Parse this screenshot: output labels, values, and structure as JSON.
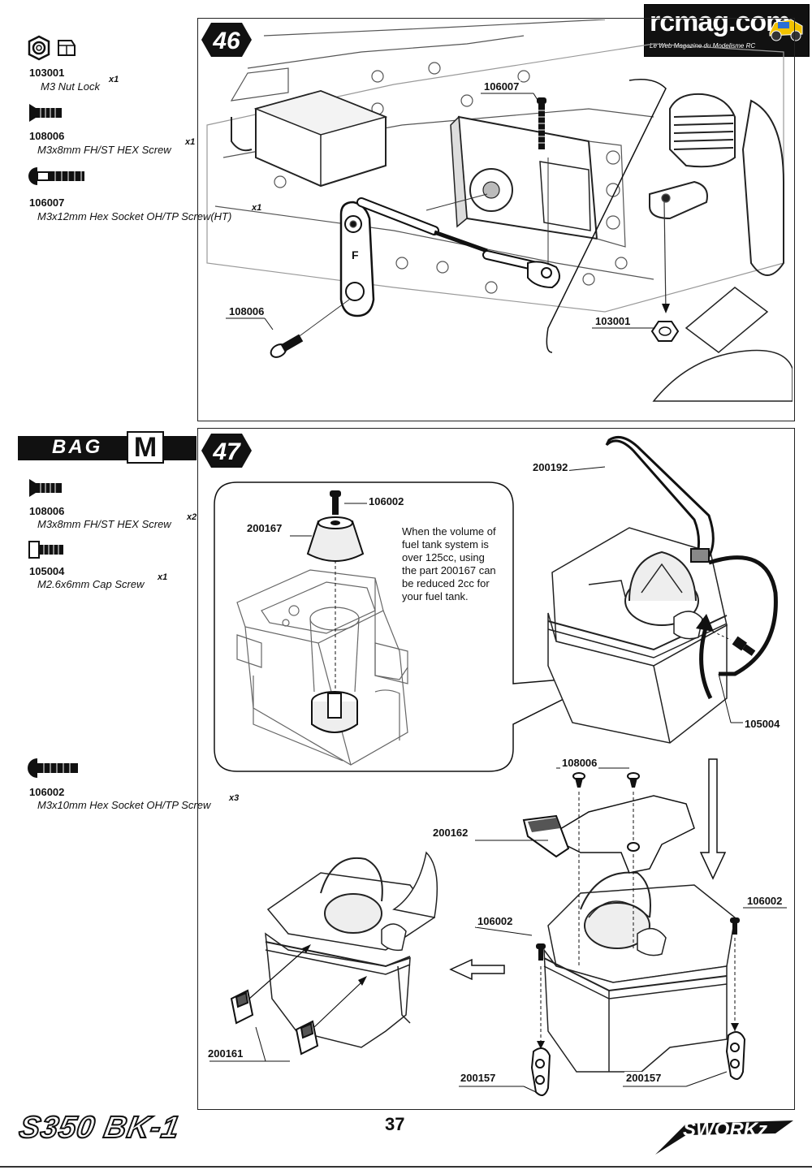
{
  "brand": {
    "site_name": "rcmag.com",
    "site_tagline": "Le Web Magazine du Modelisme RC",
    "model_logo": "S350 BK-1",
    "maker_logo": "SWORKz"
  },
  "page_number": "37",
  "step46": {
    "number": "46",
    "parts": [
      {
        "code": "103001",
        "desc": "M3 Nut Lock",
        "qty": "x1"
      },
      {
        "code": "108006",
        "desc": "M3x8mm FH/ST HEX Screw",
        "qty": "x1"
      },
      {
        "code": "106007",
        "desc": "M3x12mm Hex Socket OH/TP Screw(HT)",
        "qty": "x1"
      }
    ],
    "callouts": [
      "106007",
      "108006",
      "103001"
    ]
  },
  "step47": {
    "number": "47",
    "bag_label": "BAG",
    "bag_letter": "M",
    "parts": [
      {
        "code": "108006",
        "desc": "M3x8mm FH/ST HEX Screw",
        "qty": "x2"
      },
      {
        "code": "105004",
        "desc": "M2.6x6mm Cap Screw",
        "qty": "x1"
      },
      {
        "code": "106002",
        "desc": "M3x10mm Hex Socket OH/TP Screw",
        "qty": "x3"
      }
    ],
    "inset_callouts": [
      "106002",
      "200167"
    ],
    "note": "When the volume of fuel tank system is over 125cc, using the part 200167 can be reduced 2cc for your fuel tank.",
    "callouts": {
      "c200192": "200192",
      "c105004": "105004",
      "c108006": "108006",
      "c200162": "200162",
      "c106002a": "106002",
      "c106002b": "106002",
      "c200161": "200161",
      "c200157a": "200157",
      "c200157b": "200157"
    }
  }
}
